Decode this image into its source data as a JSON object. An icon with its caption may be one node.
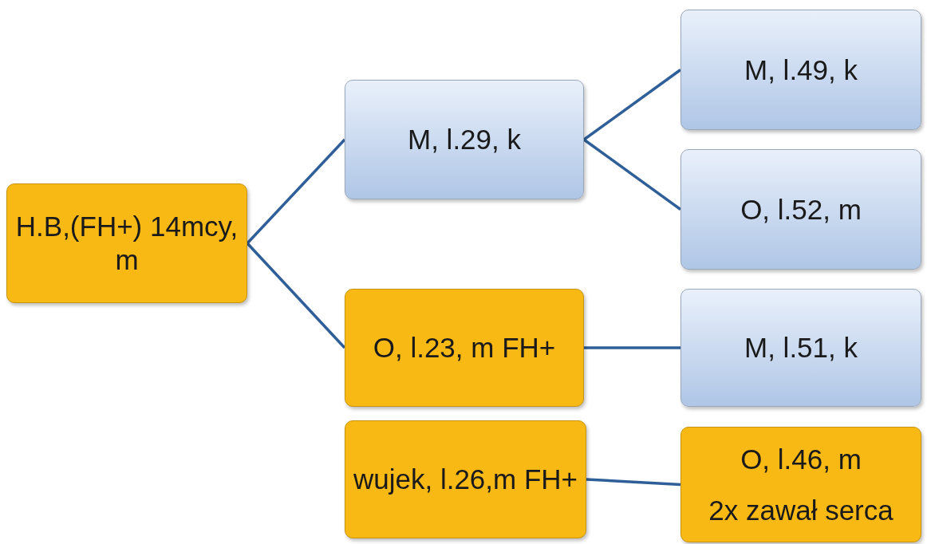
{
  "diagram": {
    "nodes": [
      {
        "text": [
          "H.B,(FH+) 14mcy, m"
        ]
      },
      {
        "text": [
          "M, l.29, k"
        ]
      },
      {
        "text": [
          "O, l.23, m FH+"
        ]
      },
      {
        "text": [
          "wujek, l.26,m FH+"
        ]
      },
      {
        "text": [
          "M, l.49, k"
        ]
      },
      {
        "text": [
          "O, l.52, m"
        ]
      },
      {
        "text": [
          "M, l.51, k"
        ]
      },
      {
        "text": [
          "O, l.46, m",
          "2x zawał serca"
        ]
      }
    ],
    "edges": [
      {
        "from": 0,
        "to": 1,
        "arrow": "none"
      },
      {
        "from": 0,
        "to": 2,
        "arrow": "none"
      },
      {
        "from": 1,
        "to": 4,
        "arrow": "none"
      },
      {
        "from": 1,
        "to": 5,
        "arrow": "none"
      },
      {
        "from": 2,
        "to": 6,
        "arrow": "none"
      },
      {
        "from": 3,
        "to": 7,
        "arrow": "none"
      }
    ]
  }
}
